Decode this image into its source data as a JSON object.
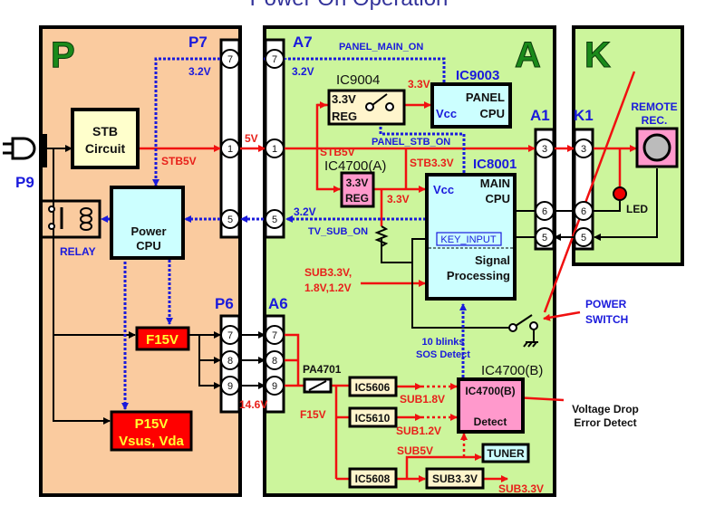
{
  "title": "Power On Operation",
  "colors": {
    "p_board": "#facb9f",
    "a_board": "#ccf59c",
    "k_board": "#ccf59c",
    "cpu": "#ccffff",
    "reg": "#fff5cc",
    "pink": "#ff99cc",
    "red_box": "#ff0000",
    "signal_red": "#f01010",
    "signal_blue": "#1a1adc"
  },
  "boards": {
    "p": "P",
    "a": "A",
    "k": "K"
  },
  "connectors": {
    "p7": "P7",
    "a7": "A7",
    "p6": "P6",
    "a6": "A6",
    "a1": "A1",
    "k1": "K1",
    "p9": "P9"
  },
  "pins": {
    "p7": [
      "7",
      "1",
      "5"
    ],
    "a7": [
      "7",
      "1",
      "5"
    ],
    "p6": [
      "7",
      "8",
      "9"
    ],
    "a6": [
      "7",
      "8",
      "9"
    ],
    "a1": [
      "3",
      "6",
      "5"
    ],
    "k1": [
      "3",
      "6",
      "5"
    ]
  },
  "p_board": {
    "stb_circuit": [
      "STB",
      "Circuit"
    ],
    "power_cpu": [
      "Power",
      "CPU"
    ],
    "relay": "RELAY",
    "f15v": "F15V",
    "p15v": [
      "P15V",
      "Vsus, Vda"
    ],
    "v32": "3.2V",
    "stb5v": "STB5V",
    "icons": [
      "power-plug-icon",
      "relay-icon"
    ]
  },
  "links": {
    "v5": "5V",
    "v146": "14.6V"
  },
  "a_board": {
    "panel_main_on": "PANEL_MAIN_ON",
    "v32_top": "3.2V",
    "ic9004": "IC9004",
    "ic9004_box": [
      "3.3V",
      "REG"
    ],
    "ic9003": "IC9003",
    "panel_cpu": [
      "PANEL",
      "CPU"
    ],
    "vcc": "Vcc",
    "v33_top": "3.3V",
    "panel_stb_on": "PANEL_STB_ON",
    "stb5v": "STB5V",
    "ic4700a": "IC4700(A)",
    "reg33": [
      "3.3V",
      "REG"
    ],
    "stb33v": "STB3.3V",
    "v33": "3.3V",
    "ic8001": "IC8001",
    "main_cpu": [
      "MAIN",
      "CPU"
    ],
    "v32_bottom": "3.2V",
    "tv_sub_on": "TV_SUB_ON",
    "key_input": "KEY_INPUT",
    "signal_processing": [
      "Signal",
      "Processing"
    ],
    "sub_inputs": [
      "SUB3.3V,",
      "1.8V,1.2V"
    ],
    "power_switch": [
      "POWER",
      "SWITCH"
    ],
    "sos": [
      "10 blinks",
      "SOS Detect"
    ],
    "ic4700b": "IC4700(B)",
    "detect": [
      "IC4700(B)",
      "Detect"
    ],
    "voltage_drop": [
      "Voltage Drop",
      "Error Detect"
    ],
    "pa4701": "PA4701",
    "f15v": "F15V",
    "ic5606": "IC5606",
    "ic5610": "IC5610",
    "ic5608": "IC5608",
    "sub18": "SUB1.8V",
    "sub12": "SUB1.2V",
    "sub5": "SUB5V",
    "tuner": "TUNER",
    "sub33_box": "SUB3.3V",
    "sub33_out": "SUB3.3V"
  },
  "k_board": {
    "remote": [
      "REMOTE",
      "REC."
    ],
    "led": "LED"
  }
}
